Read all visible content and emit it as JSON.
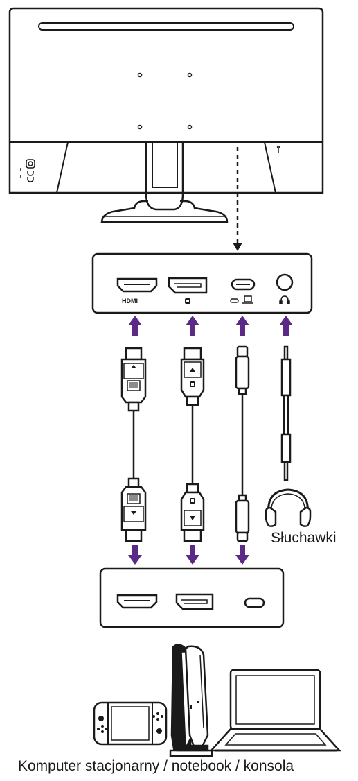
{
  "labels": {
    "headphones": "Słuchawki",
    "devices": "Komputer stacjonarny / notebook / konsola"
  },
  "port_labels": {
    "hdmi": "HDMI"
  },
  "colors": {
    "line": "#1a1a1a",
    "arrow": "#5b2a86",
    "fill": "#ffffff"
  },
  "icons": [
    "monitor-back",
    "hdmi-port-icon",
    "displayport-icon",
    "usb-c-port-icon",
    "laptop-icon",
    "headphone-jack-icon",
    "headphones-icon",
    "game-console-icon",
    "handheld-console-icon",
    "laptop-device-icon"
  ]
}
